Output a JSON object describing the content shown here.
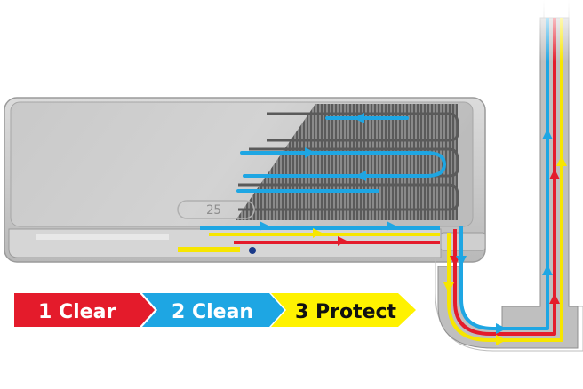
{
  "unit": {
    "display_readout": "25"
  },
  "steps": [
    {
      "label": "1 Clear",
      "color": "#e41b2b",
      "text_color": "#ffffff"
    },
    {
      "label": "2 Clean",
      "color": "#1ea6e3",
      "text_color": "#ffffff"
    },
    {
      "label": "3 Protect",
      "color": "#fff200",
      "text_color": "#111111"
    }
  ],
  "flows": {
    "red": "#e41b2b",
    "blue": "#1ea6e3",
    "yellow": "#f7e600"
  }
}
